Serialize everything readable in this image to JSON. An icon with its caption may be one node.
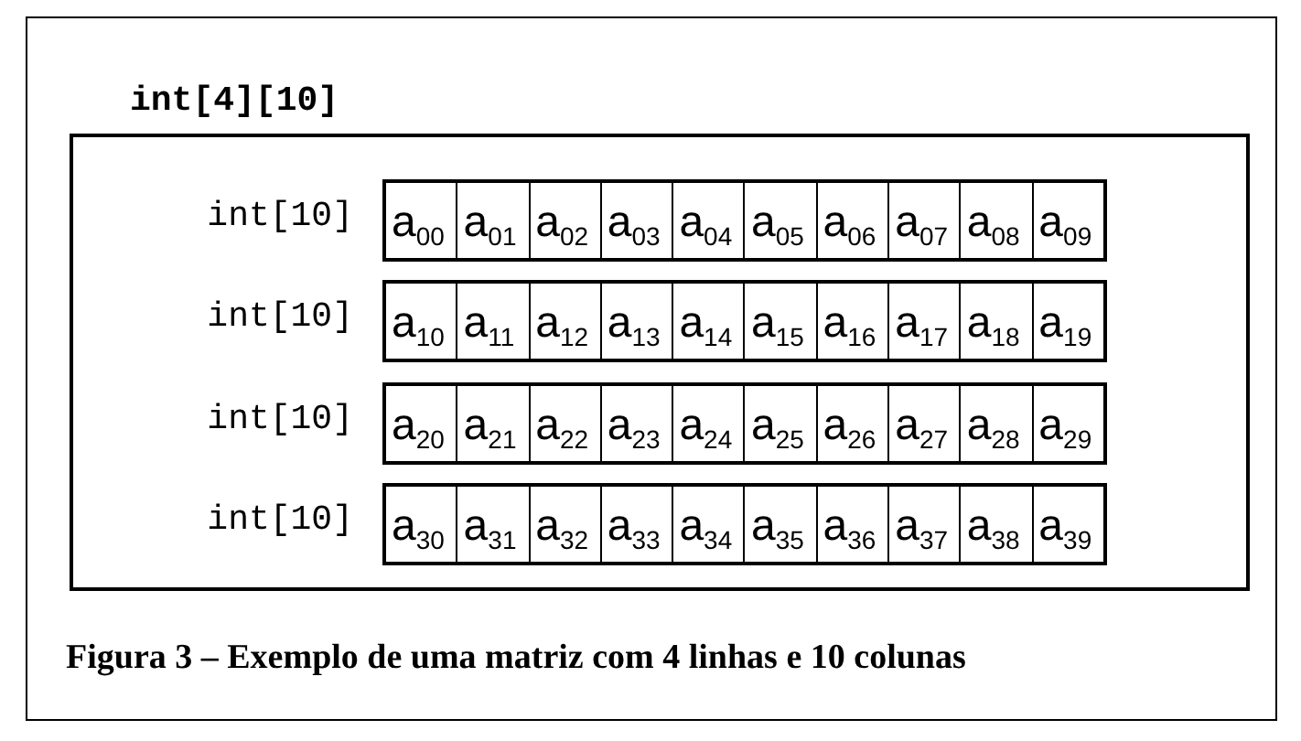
{
  "diagram": {
    "caption": "Figura 3 – Exemplo de uma matriz com 4 linhas e 10 colunas",
    "nodes": [
      {
        "text": [
          "int[4][10]"
        ]
      },
      {
        "text": [],
        "shape": "box",
        "in": 0,
        "beside": [
          "int[10]"
        ]
      },
      {
        "text": [
          "a$_{00}$"
        ],
        "in": 1
      },
      {
        "text": [
          "a$_{01}$"
        ],
        "in": 1
      },
      {
        "text": [
          "a$_{02}$"
        ],
        "in": 1
      },
      {
        "text": [
          "a$_{03}$"
        ],
        "in": 1
      },
      {
        "text": [
          "a$_{04}$"
        ],
        "in": 1
      },
      {
        "text": [
          "a$_{05}$"
        ],
        "in": 1
      },
      {
        "text": [
          "a$_{06}$"
        ],
        "in": 1
      },
      {
        "text": [
          "a$_{07}$"
        ],
        "in": 1
      },
      {
        "text": [
          "a$_{08}$"
        ],
        "in": 1
      },
      {
        "text": [
          "a$_{09}$"
        ],
        "in": 1
      },
      {
        "text": [],
        "shape": "box",
        "in": 0,
        "beside": [
          "int[10]"
        ]
      },
      {
        "text": [
          "a$_{10}$"
        ],
        "in": 12
      },
      {
        "text": [
          "a$_{11}$"
        ],
        "in": 12
      },
      {
        "text": [
          "a$_{12}$"
        ],
        "in": 12
      },
      {
        "text": [
          "a$_{13}$"
        ],
        "in": 12
      },
      {
        "text": [
          "a$_{14}$"
        ],
        "in": 12
      },
      {
        "text": [
          "a$_{15}$"
        ],
        "in": 12
      },
      {
        "text": [
          "a$_{16}$"
        ],
        "in": 12
      },
      {
        "text": [
          "a$_{17}$"
        ],
        "in": 12
      },
      {
        "text": [
          "a$_{18}$"
        ],
        "in": 12
      },
      {
        "text": [
          "a$_{19}$"
        ],
        "in": 12
      },
      {
        "text": [],
        "shape": "box",
        "in": 0,
        "beside": [
          "int[10]"
        ]
      },
      {
        "text": [
          "a$_{20}$"
        ],
        "in": 23
      },
      {
        "text": [
          "a$_{21}$"
        ],
        "in": 23
      },
      {
        "text": [
          "a$_{22}$"
        ],
        "in": 23
      },
      {
        "text": [
          "a$_{23}$"
        ],
        "in": 23
      },
      {
        "text": [
          "a$_{24}$"
        ],
        "in": 23
      },
      {
        "text": [
          "a$_{25}$"
        ],
        "in": 23
      },
      {
        "text": [
          "a$_{26}$"
        ],
        "in": 23
      },
      {
        "text": [
          "a$_{27}$"
        ],
        "in": 23
      },
      {
        "text": [
          "a$_{28}$"
        ],
        "in": 23
      },
      {
        "text": [
          "a$_{29}$"
        ],
        "in": 23
      },
      {
        "text": [],
        "shape": "box",
        "in": 0,
        "beside": [
          "int[10]"
        ]
      },
      {
        "text": [
          "a$_{30}$"
        ],
        "in": 34
      },
      {
        "text": [
          "a$_{31}$"
        ],
        "in": 34
      },
      {
        "text": [
          "a$_{32}$"
        ],
        "in": 34
      },
      {
        "text": [
          "a$_{33}$"
        ],
        "in": 34
      },
      {
        "text": [
          "a$_{34}$"
        ],
        "in": 34
      },
      {
        "text": [
          "a$_{35}$"
        ],
        "in": 34
      },
      {
        "text": [
          "a$_{36}$"
        ],
        "in": 34
      },
      {
        "text": [
          "a$_{37}$"
        ],
        "in": 34
      },
      {
        "text": [
          "a$_{38}$"
        ],
        "in": 34
      },
      {
        "text": [
          "a$_{39}$"
        ],
        "in": 34
      }
    ]
  }
}
